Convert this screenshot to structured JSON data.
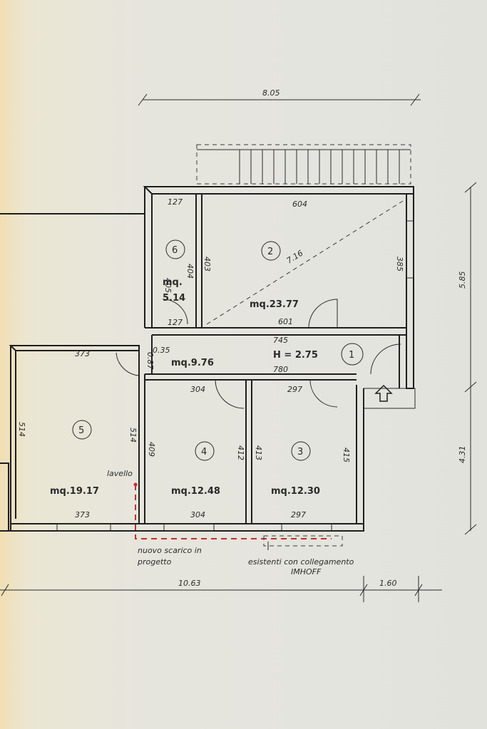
{
  "dimensions": {
    "top_total": "8.05",
    "bottom_total": "10.63",
    "bottom_right": "1.60",
    "right_upper": "5.85",
    "right_lower": "4.31"
  },
  "rooms": [
    {
      "id": "1",
      "area": "mq.9.76",
      "height": "H = 2.75",
      "dims": [
        "745",
        "780",
        "0.87",
        "0.35"
      ]
    },
    {
      "id": "2",
      "area": "mq.23.77",
      "dims": [
        "604",
        "601",
        "385",
        "403",
        "7.16"
      ]
    },
    {
      "id": "3",
      "area": "mq.12.30",
      "dims": [
        "297",
        "297",
        "413",
        "415"
      ]
    },
    {
      "id": "4",
      "area": "mq.12.48",
      "dims": [
        "304",
        "304",
        "409",
        "412"
      ]
    },
    {
      "id": "5",
      "area": "mq.19.17",
      "dims": [
        "373",
        "373",
        "514",
        "514"
      ]
    },
    {
      "id": "6",
      "area": "mq.\n5.14",
      "area_line1": "mq.",
      "area_line2": "5.14",
      "dims": [
        "127",
        "127",
        "405",
        "404"
      ]
    }
  ],
  "notes": {
    "lavello": "lavello",
    "nuovo_scarico_1": "nuovo scarico in",
    "nuovo_scarico_2": "progetto",
    "esistenti_1": "esistenti con collegamento",
    "esistenti_2": "IMHOFF"
  },
  "colors": {
    "ink": "#1e1e1e",
    "red": "#c0302a",
    "paper": "#e4e4de"
  }
}
